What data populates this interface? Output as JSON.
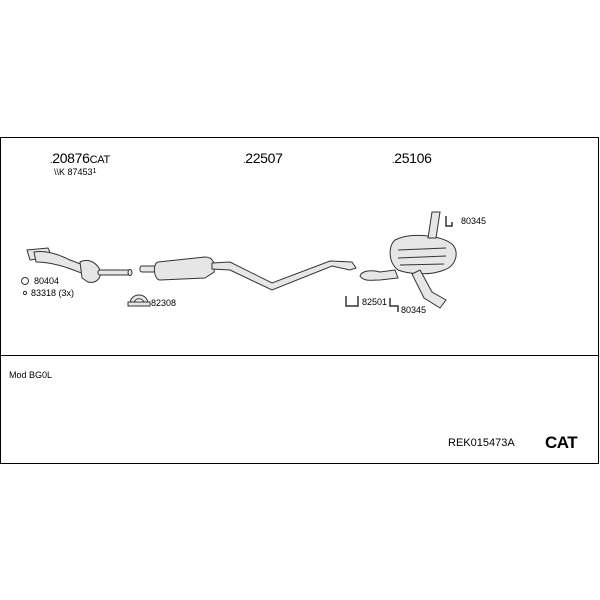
{
  "part_groups": [
    {
      "prefix": ".",
      "number": "20876",
      "suffix": "CAT"
    },
    {
      "prefix": ".",
      "number": "22507",
      "suffix": ""
    },
    {
      "prefix": ".",
      "number": "25106",
      "suffix": ""
    }
  ],
  "sub_label": {
    "prefix": "\\\\K",
    "number": "87453",
    "mark": "1"
  },
  "fittings": {
    "f80404": "80404",
    "f83318": "83318 (3x)",
    "f82308": "82308",
    "f80345_top": "80345",
    "f82501": "82501",
    "f80345_bottom": "80345"
  },
  "footer": {
    "model": "Mod BG0L",
    "reference": "REK015473A",
    "category": "CAT"
  },
  "colors": {
    "line": "#000000",
    "part_fill": "#e6e6e6",
    "part_stroke": "#333333"
  }
}
